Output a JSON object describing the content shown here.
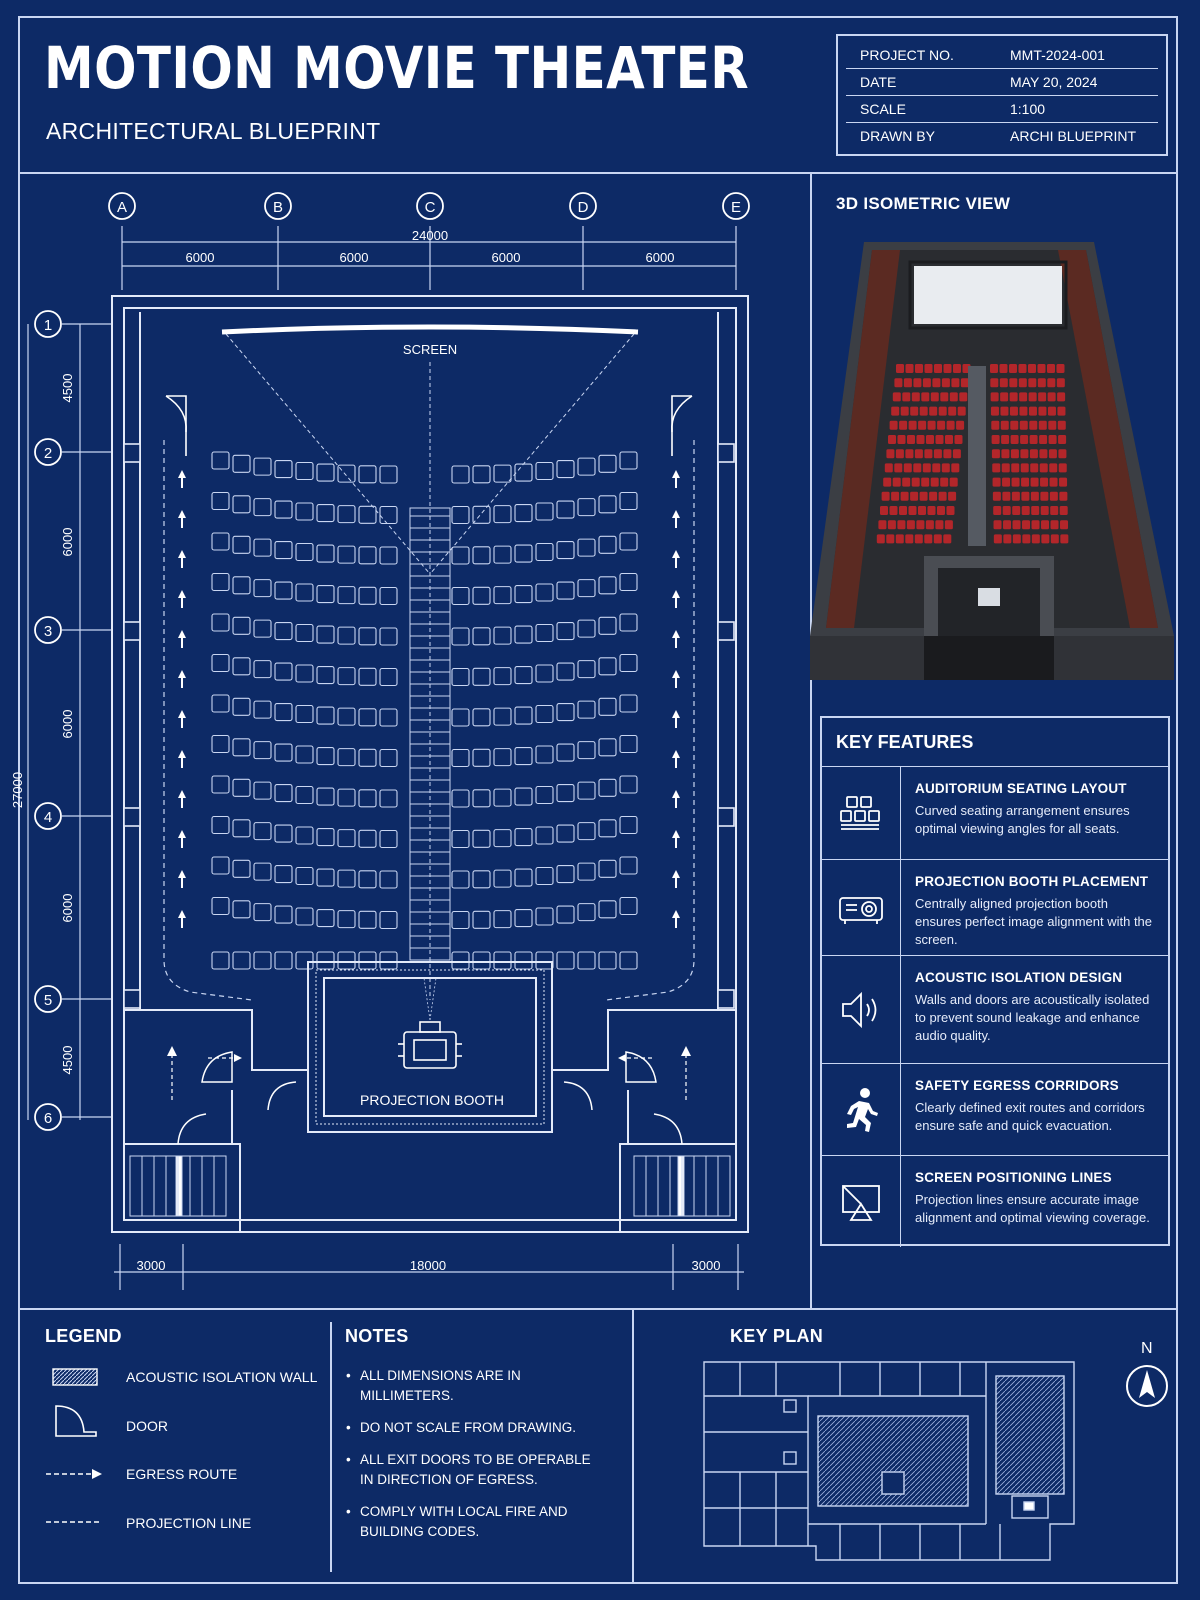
{
  "header": {
    "title": "MOTION MOVIE THEATER",
    "subtitle": "ARCHITECTURAL BLUEPRINT"
  },
  "info": [
    {
      "key": "PROJECT NO.",
      "value": "MMT-2024-001"
    },
    {
      "key": "DATE",
      "value": "MAY 20, 2024"
    },
    {
      "key": "SCALE",
      "value": "1:100"
    },
    {
      "key": "DRAWN BY",
      "value": "ARCHI BLUEPRINT"
    }
  ],
  "plan": {
    "grid_columns": [
      "A",
      "B",
      "C",
      "D",
      "E"
    ],
    "grid_rows": [
      "1",
      "2",
      "3",
      "4",
      "5",
      "6"
    ],
    "overall_width": "24000",
    "column_spacings": [
      "6000",
      "6000",
      "6000",
      "6000"
    ],
    "overall_depth": "27000",
    "row_spacings": [
      "4500",
      "6000",
      "6000",
      "6000",
      "4500"
    ],
    "bottom_dims": [
      "3000",
      "18000",
      "3000"
    ],
    "screen_label": "SCREEN",
    "booth_label": "PROJECTION BOOTH"
  },
  "iso": {
    "heading": "3D ISOMETRIC VIEW"
  },
  "key_features": {
    "heading": "KEY FEATURES",
    "items": [
      {
        "icon": "seats-icon",
        "title": "AUDITORIUM SEATING LAYOUT",
        "desc": "Curved seating arrangement ensures optimal viewing angles for all seats."
      },
      {
        "icon": "projector-icon",
        "title": "PROJECTION BOOTH PLACEMENT",
        "desc": "Centrally aligned projection booth ensures perfect image alignment with the screen."
      },
      {
        "icon": "speaker-icon",
        "title": "ACOUSTIC ISOLATION DESIGN",
        "desc": "Walls and doors are acoustically isolated to prevent sound leakage and enhance audio quality."
      },
      {
        "icon": "running-person-icon",
        "title": "SAFETY EGRESS CORRIDORS",
        "desc": "Clearly defined exit routes and corridors ensure safe and quick evacuation."
      },
      {
        "icon": "screen-icon",
        "title": "SCREEN POSITIONING LINES",
        "desc": "Projection lines ensure accurate image alignment and optimal viewing coverage."
      }
    ]
  },
  "legend": {
    "heading": "LEGEND",
    "items": [
      {
        "icon": "acoustic-wall-icon",
        "label": "ACOUSTIC ISOLATION WALL"
      },
      {
        "icon": "door-icon",
        "label": "DOOR"
      },
      {
        "icon": "egress-arrow-icon",
        "label": "EGRESS ROUTE"
      },
      {
        "icon": "projection-line-icon",
        "label": "PROJECTION LINE"
      }
    ]
  },
  "notes": {
    "heading": "NOTES",
    "items": [
      "ALL DIMENSIONS ARE IN MILLIMETERS.",
      "DO NOT SCALE FROM DRAWING.",
      "ALL EXIT DOORS TO BE OPERABLE IN DIRECTION OF EGRESS.",
      "COMPLY WITH LOCAL FIRE AND BUILDING CODES."
    ]
  },
  "key_plan": {
    "heading": "KEY PLAN",
    "north": "N"
  },
  "colors": {
    "background": "#0d2a66",
    "line": "#c9d6f2",
    "seat": "#b3262a"
  }
}
